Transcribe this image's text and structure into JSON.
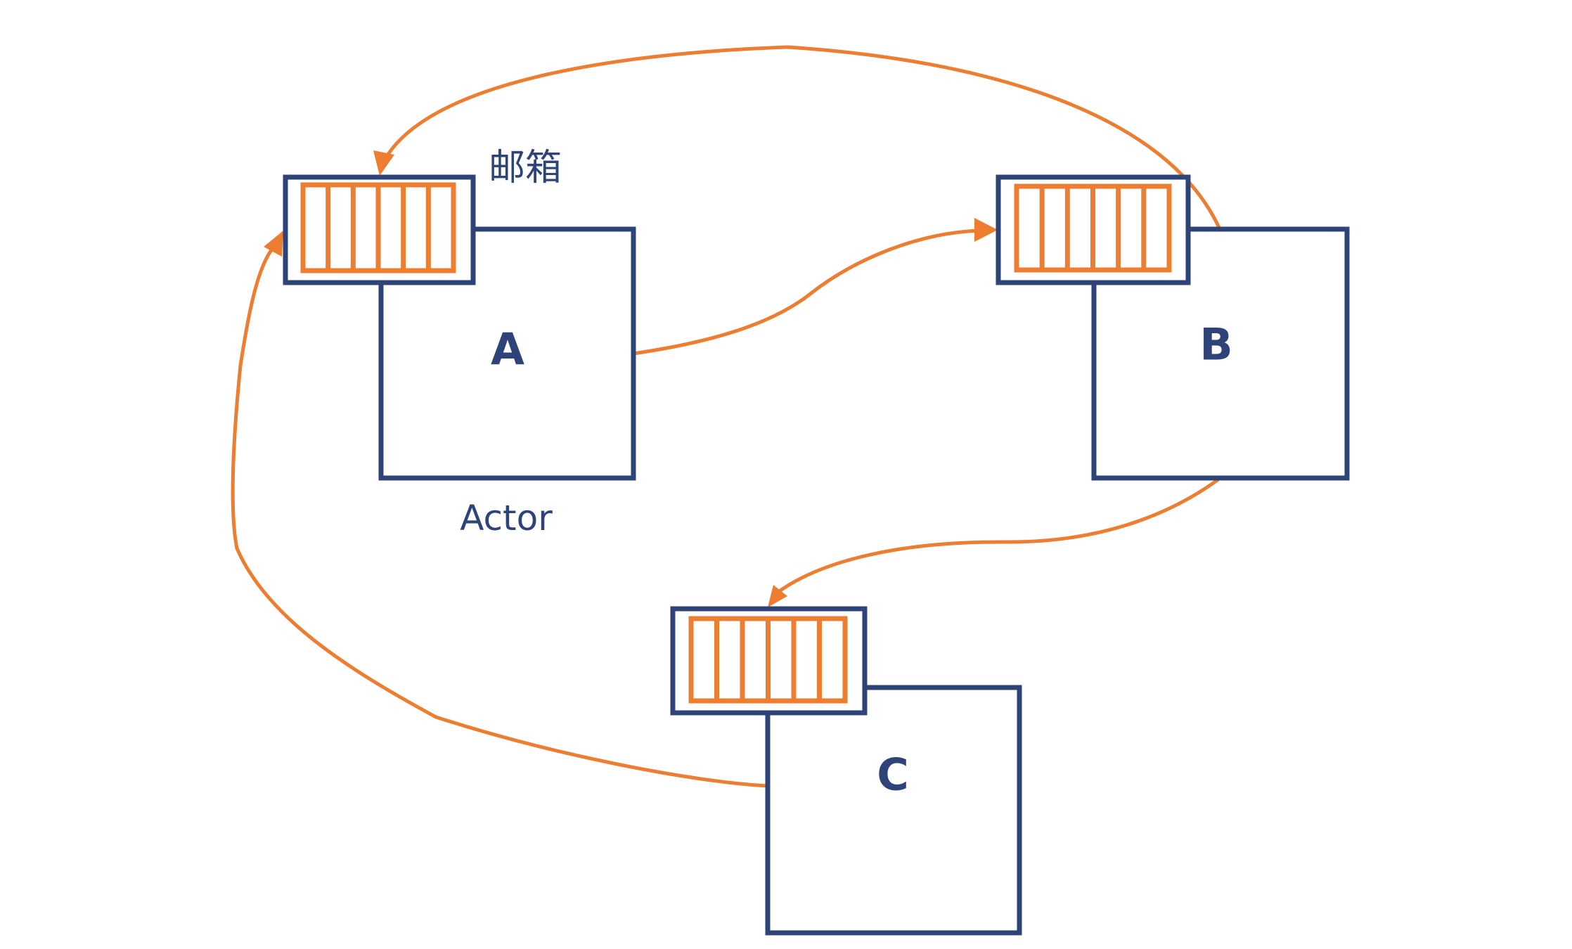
{
  "diagram": {
    "type": "actor-model-diagram",
    "background": "#ffffff",
    "colors": {
      "node_stroke": "#2e4377",
      "mailbox_slot_stroke": "#ec7d31",
      "arrow": "#ec7d31",
      "label_text": "#2e4377"
    },
    "labels": {
      "mailbox_annotation": "邮箱",
      "actor_annotation": "Actor"
    },
    "mailbox_slots": 6,
    "actors": [
      {
        "id": "A",
        "label": "A"
      },
      {
        "id": "B",
        "label": "B"
      },
      {
        "id": "C",
        "label": "C"
      }
    ],
    "edges": [
      {
        "from": "A",
        "to": "B",
        "description": "A sends a message into B's mailbox"
      },
      {
        "from": "B",
        "to": "A",
        "description": "B sends a message into A's mailbox (top arc)"
      },
      {
        "from": "B",
        "to": "C",
        "description": "B sends a message into C's mailbox"
      },
      {
        "from": "C",
        "to": "A",
        "description": "C sends a message into A's mailbox (left sweep)"
      }
    ]
  }
}
